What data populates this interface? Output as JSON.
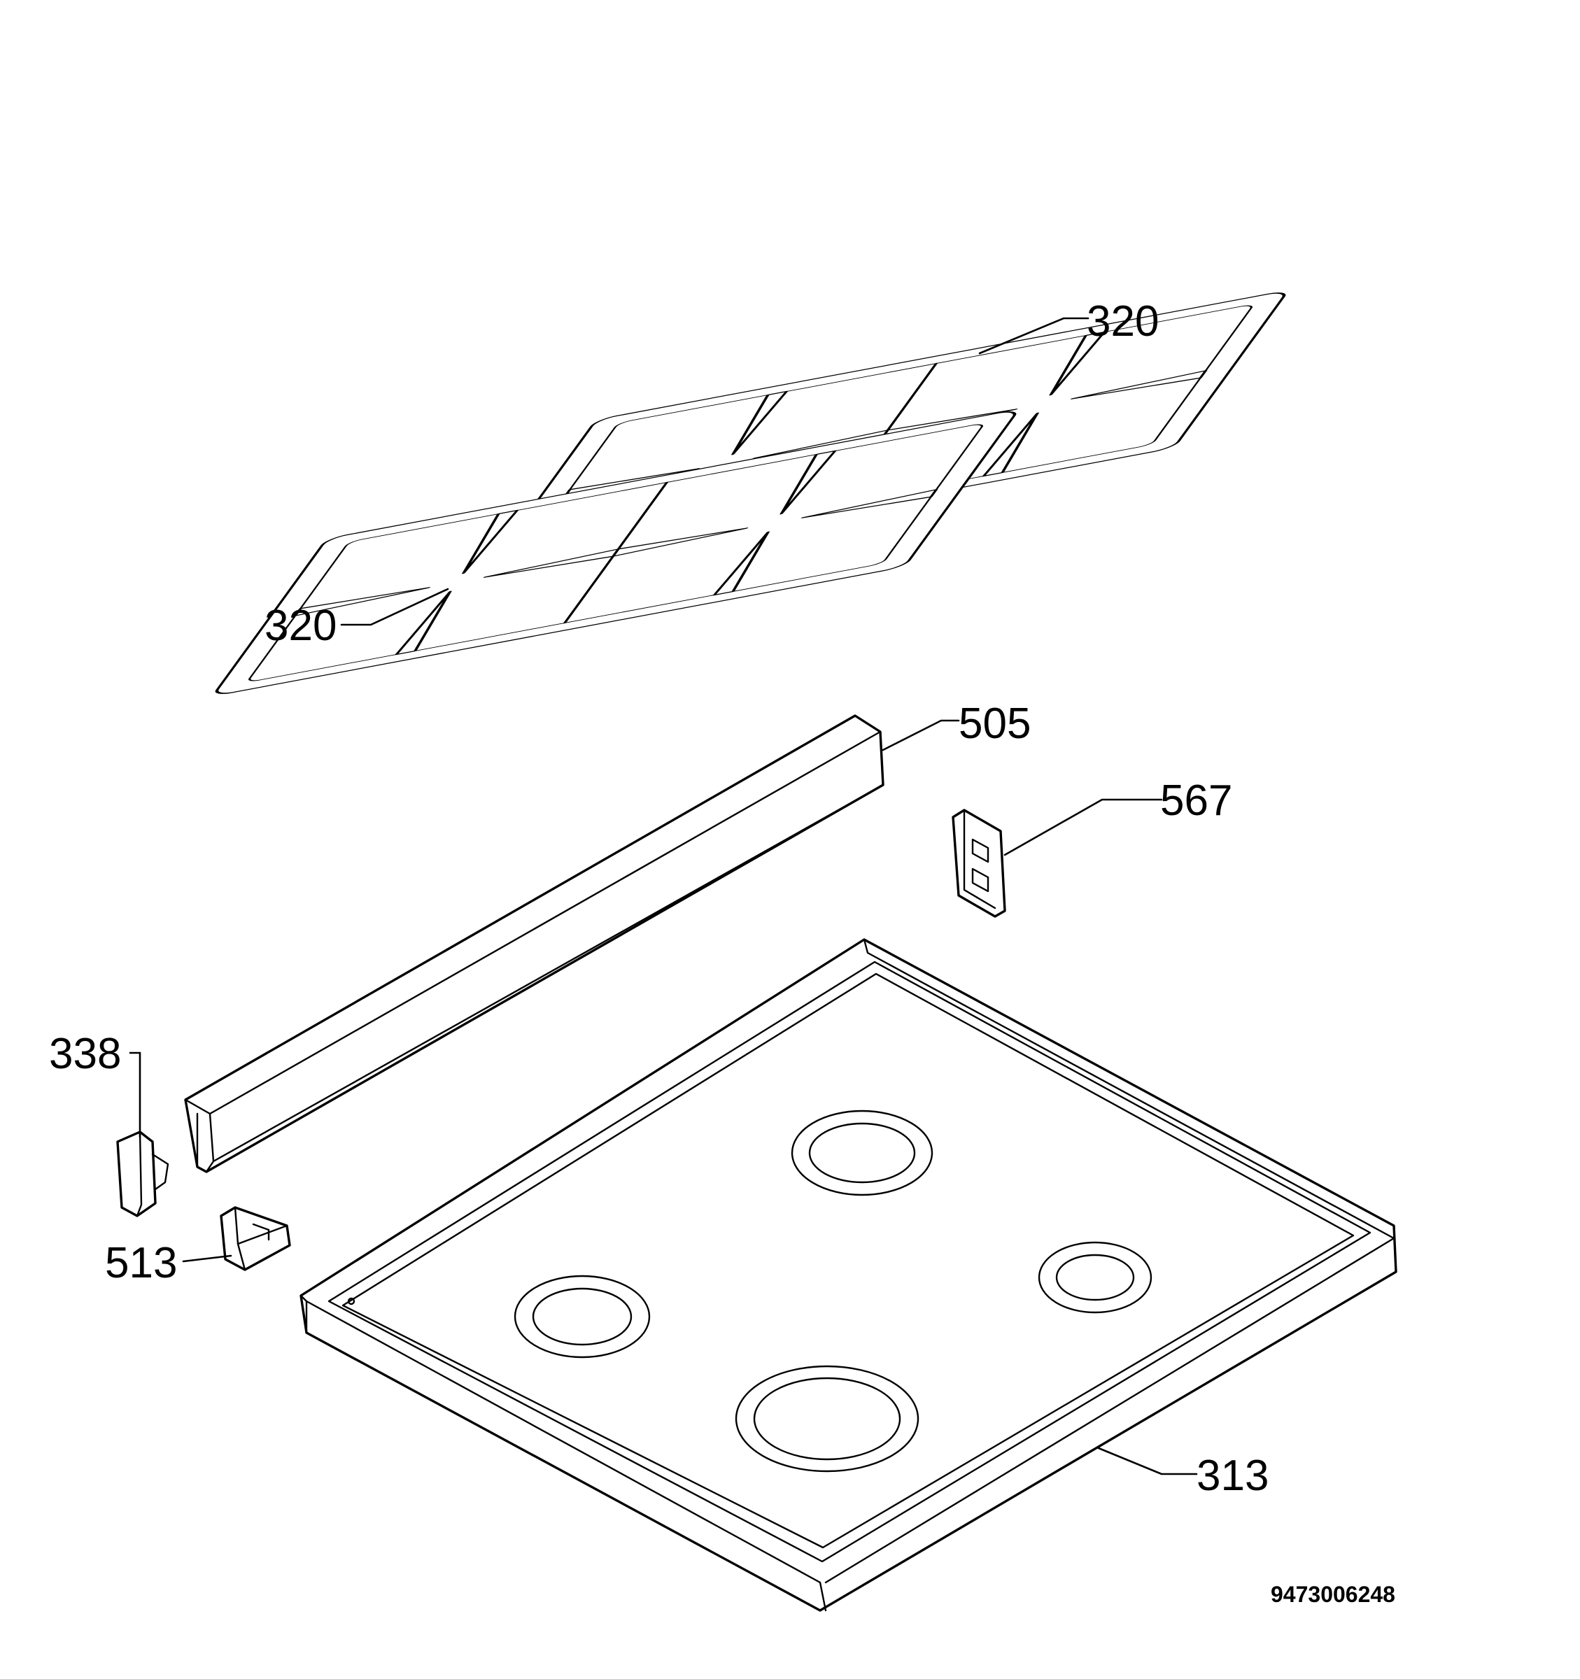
{
  "callouts": {
    "grate_rear": "320",
    "grate_front": "320",
    "strip": "505",
    "bracket": "567",
    "end_cap": "338",
    "clip": "513",
    "hob_top": "313"
  },
  "document_number": "9473006248",
  "colors": {
    "line": "#000000",
    "background": "#ffffff"
  }
}
